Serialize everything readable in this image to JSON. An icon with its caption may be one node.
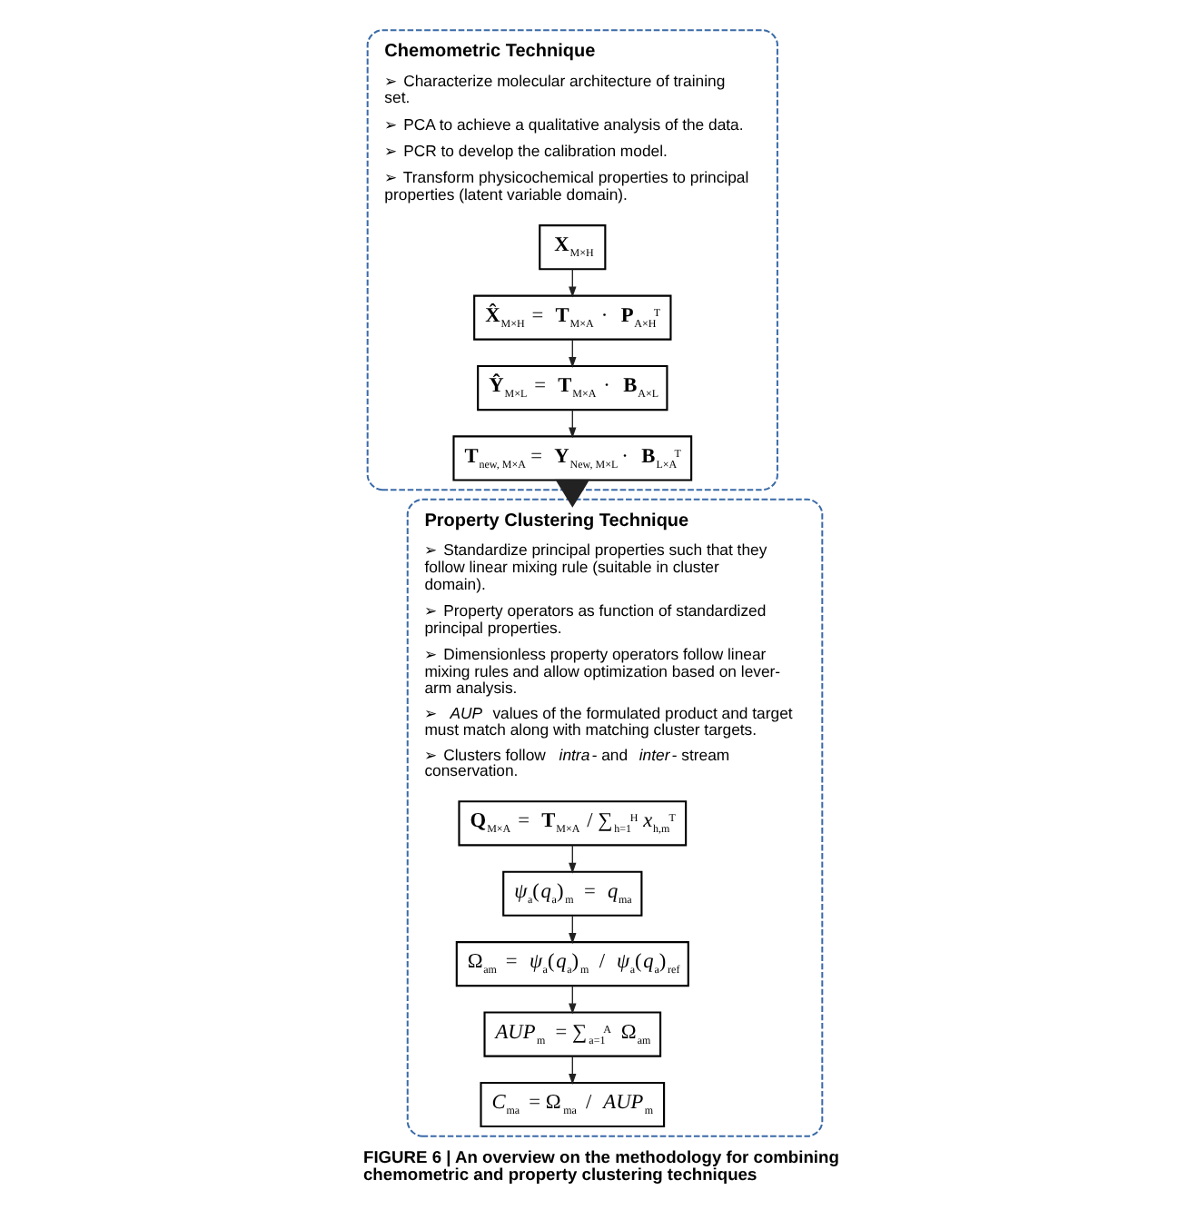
{
  "diagram": {
    "caption": "**FIGURE 6 | An overview on the methodology for combining chemometric and property clustering techniques**.",
    "nodes": [
      {
        "text": [
          "Chemometric Technique",
          "➢ Characterize molecular architecture of training set.",
          "➢ PCA to achieve a qualitative analysis of the data.",
          "➢ PCR to develop the calibration model.",
          "➢ Transform physicochemical properties to principal properties (latent variable domain)."
        ]
      },
      {
        "text": [
          "**X**$_{M×H}$"
        ],
        "in": 0
      },
      {
        "text": [
          "**X̂**$_{M×H}$ = **T**$_{M×A}$ · **P**$_{A×H}$$^{T}$"
        ],
        "in": 0
      },
      {
        "text": [
          "**Ŷ**$_{M×L}$ = **T**$_{M×A}$ · **B**$_{A×L}$"
        ],
        "in": 0
      },
      {
        "text": [
          "**T**$_{new, M×A}$ = **Y**$_{New, M×L}$ · **B**$_{L×A}$$^{T}$"
        ],
        "in": 0
      },
      {
        "text": [
          "Property Clustering Technique",
          "➢ Standardize principal properties such that they follow linear mixing rule (suitable in cluster domain).",
          "➢ Property operators as function of standardized principal properties.",
          "➢ Dimensionless property operators follow linear mixing rules and allow optimization based on lever-arm analysis.",
          "➢ *AUP* values of the formulated product and target must match along with matching cluster targets.",
          "➢ Clusters follow *intra*- and *inter*- stream conservation."
        ]
      },
      {
        "text": [
          "**Q**$_{M×A}$ = **T**$_{M×A}$ / ∑$_{h=1}$$^{H}$ *x*$_{h,m}$$^{T}$"
        ],
        "in": 5
      },
      {
        "text": [
          "*ψ*$_{a}$(*q*$_{a}$)$_{m}$ = *q*$_{ma}$"
        ],
        "in": 5
      },
      {
        "text": [
          "Ω$_{am}$ = *ψ*$_{a}$(*q*$_{a}$)$_{m}$ / *ψ*$_{a}$(*q*$_{a}$)$_{ref}$"
        ],
        "in": 5
      },
      {
        "text": [
          "*AUP*$_{m}$ = ∑$_{a=1}$$^{A}$ Ω$_{am}$"
        ],
        "in": 5
      },
      {
        "text": [
          "*C*$_{ma}$ = Ω$_{ma}$ / *AUP*$_{m}$"
        ],
        "in": 5
      }
    ],
    "edges": [
      {
        "from": 1,
        "to": 2,
        "arrow": "to"
      },
      {
        "from": 2,
        "to": 3,
        "arrow": "to"
      },
      {
        "from": 3,
        "to": 4,
        "arrow": "to"
      },
      {
        "from": 0,
        "to": 5,
        "arrow": "to",
        "style": "thick"
      },
      {
        "from": 6,
        "to": 7,
        "arrow": "to"
      },
      {
        "from": 7,
        "to": 8,
        "arrow": "to"
      },
      {
        "from": 8,
        "to": 9,
        "arrow": "to"
      },
      {
        "from": 9,
        "to": 10,
        "arrow": "to"
      }
    ]
  }
}
